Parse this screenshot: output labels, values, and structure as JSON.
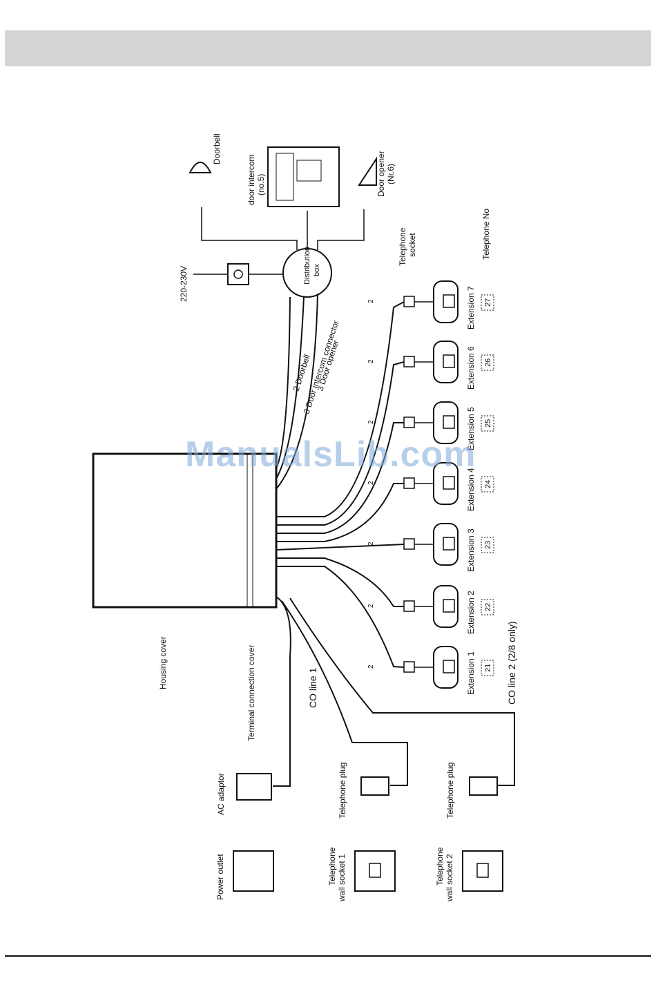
{
  "watermark": "ManualsLib.com",
  "labels": {
    "doorbell": "Doorbell",
    "door_intercom_1": "door intercom",
    "door_intercom_2": "(no.5)",
    "door_opener_1": "Door opener",
    "door_opener_2": "(Nr.6)",
    "voltage": "220-230V",
    "distribution_1": "Distribution",
    "distribution_2": "box",
    "telephone_socket_1": "Telephone",
    "telephone_socket_2": "socket",
    "telephone_no": "Telephone No",
    "wire_doorbell": "2 Doorbell",
    "wire_intercom": "3 Door intercom connector",
    "wire_opener": "3 Door opener",
    "housing_cover": "Housing cover",
    "terminal_cover": "Terminal connection cover",
    "co_line_1": "CO line 1",
    "co_line_2": "CO line 2 (2/8 only)",
    "ac_adaptor": "AC adaptor",
    "telephone_plug": "Telephone plug",
    "power_outlet": "Power outlet",
    "wall_socket_1_a": "Telephone",
    "wall_socket_1_b": "wall socket 1",
    "wall_socket_2_a": "Telephone",
    "wall_socket_2_b": "wall socket 2",
    "wire_count": "2"
  },
  "extensions": [
    {
      "label": "Extension 1",
      "number": "21"
    },
    {
      "label": "Extension 2",
      "number": "22"
    },
    {
      "label": "Extension 3",
      "number": "23"
    },
    {
      "label": "Extension 4",
      "number": "24"
    },
    {
      "label": "Extension 5",
      "number": "25"
    },
    {
      "label": "Extension 6",
      "number": "26"
    },
    {
      "label": "Extension 7",
      "number": "27"
    }
  ]
}
